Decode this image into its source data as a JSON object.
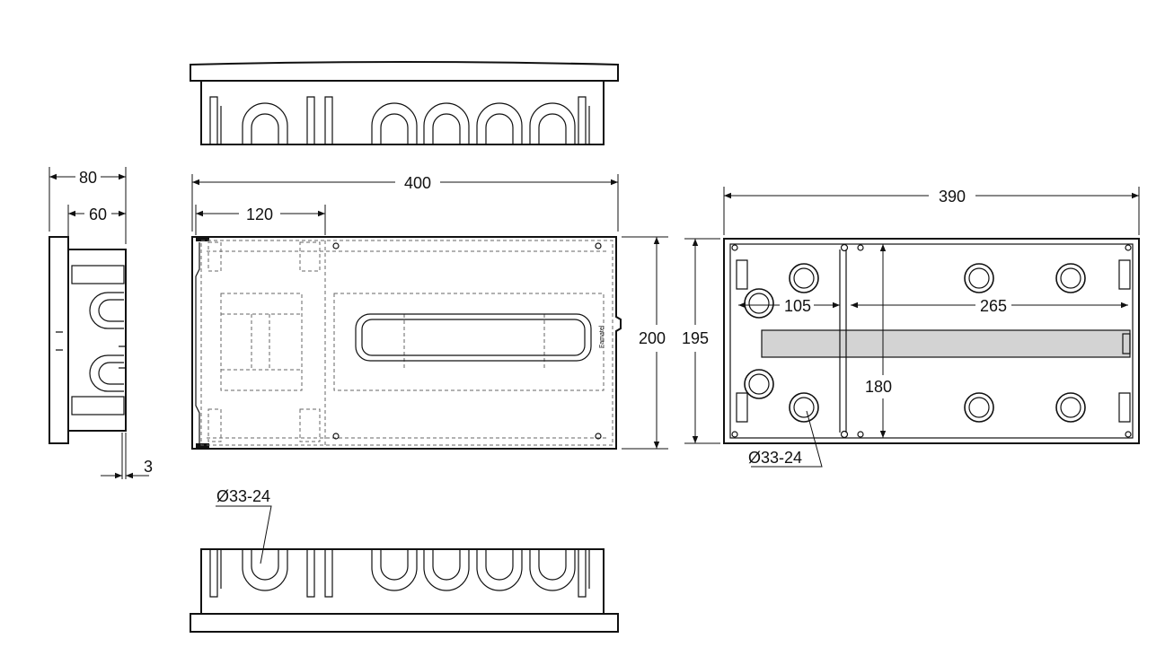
{
  "drawing": {
    "dimensions": {
      "side_depth_outer": "80",
      "side_depth_inner": "60",
      "side_flange": "3",
      "front_width": "400",
      "front_left_section": "120",
      "front_height": "200",
      "back_height": "195",
      "back_width": "390",
      "back_left_offset": "105",
      "back_rail_span": "265",
      "back_inner_height": "180",
      "knockout_back": "Ø33-24",
      "knockout_bottom": "Ø33-24"
    },
    "brand_label": "Famatel"
  }
}
